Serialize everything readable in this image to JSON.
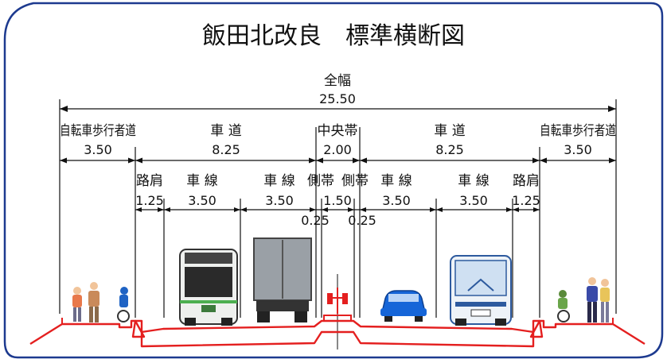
{
  "title": "飯田北改良　標準横断図",
  "colors": {
    "frame": "#1d3a8f",
    "road": "#e41f1f",
    "bus": "#2d5a9e",
    "car": "#1565d8"
  },
  "total": {
    "label": "全幅",
    "value": "25.50"
  },
  "top_row": [
    {
      "label": "自転車歩行者道",
      "value": "3.50"
    },
    {
      "label": "車 道",
      "value": "8.25"
    },
    {
      "label": "中央帯",
      "value": "2.00"
    },
    {
      "label": "車 道",
      "value": "8.25"
    },
    {
      "label": "自転車歩行者道",
      "value": "3.50"
    }
  ],
  "lane_row": [
    {
      "label": "路肩",
      "value": "1.25"
    },
    {
      "label": "車 線",
      "value": "3.50"
    },
    {
      "label": "車 線",
      "value": "3.50"
    },
    {
      "label": "側帯",
      "value": "0.25"
    },
    {
      "label": "",
      "value": "1.50"
    },
    {
      "label": "側帯",
      "value": "0.25"
    },
    {
      "label": "車 線",
      "value": "3.50"
    },
    {
      "label": "車 線",
      "value": "3.50"
    },
    {
      "label": "路肩",
      "value": "1.25"
    }
  ],
  "icons": [
    "pedestrian-icon",
    "cyclist-icon",
    "bus-icon",
    "truck-icon",
    "car-icon",
    "sign-icon"
  ]
}
